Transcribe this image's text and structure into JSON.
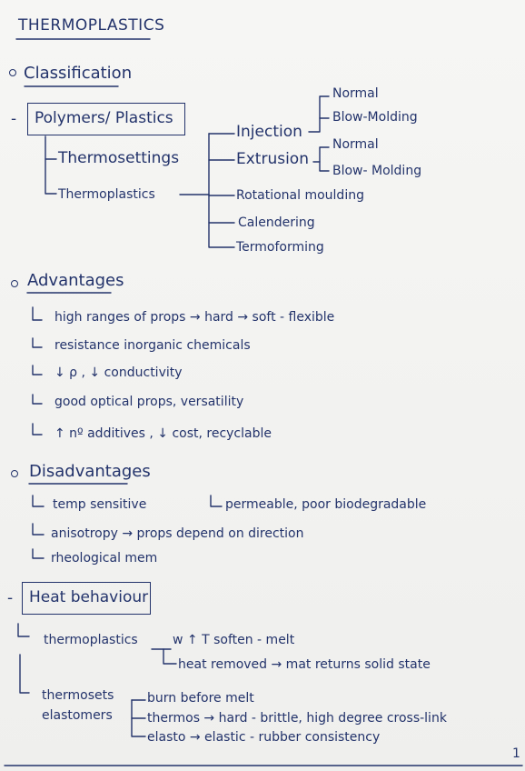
{
  "title": "THERMOPLASTICS",
  "classification": {
    "heading": "Classification",
    "boxed": "Polymers/ Plastics",
    "thermosettings": "Thermosettings",
    "thermoplastics": "Thermoplastics",
    "processes": {
      "injection": "Injection",
      "injection_normal": "Normal",
      "injection_blow": "Blow-Molding",
      "extrusion": "Extrusion",
      "extrusion_normal": "Normal",
      "extrusion_blow": "Blow- Molding",
      "rotational": "Rotational moulding",
      "calendering": "Calendering",
      "termoforming": "Termoforming"
    }
  },
  "advantages": {
    "heading": "Advantages",
    "items": [
      "high ranges of props → hard → soft - flexible",
      "resistance inorganic chemicals",
      "↓ ρ , ↓ conductivity",
      "good optical props, versatility",
      "↑ nº additives , ↓ cost, recyclable"
    ]
  },
  "disadvantages": {
    "heading": "Disadvantages",
    "temp": "temp sensitive",
    "permeable": "permeable, poor biodegradable",
    "anisotropy": "anisotropy → props depend on direction",
    "rheological": "rheological mem"
  },
  "heat": {
    "boxed": "Heat behaviour",
    "thermoplastics": "thermoplastics",
    "tp_1": "w ↑ T soften - melt",
    "tp_2": "heat removed → mat returns solid state",
    "thermosets": "thermosets",
    "elastomers": "elastomers",
    "ts_1": "burn before melt",
    "ts_2": "thermos → hard - brittle, high degree cross-link",
    "ts_3": "elasto → elastic - rubber consistency"
  },
  "page_number": "1"
}
